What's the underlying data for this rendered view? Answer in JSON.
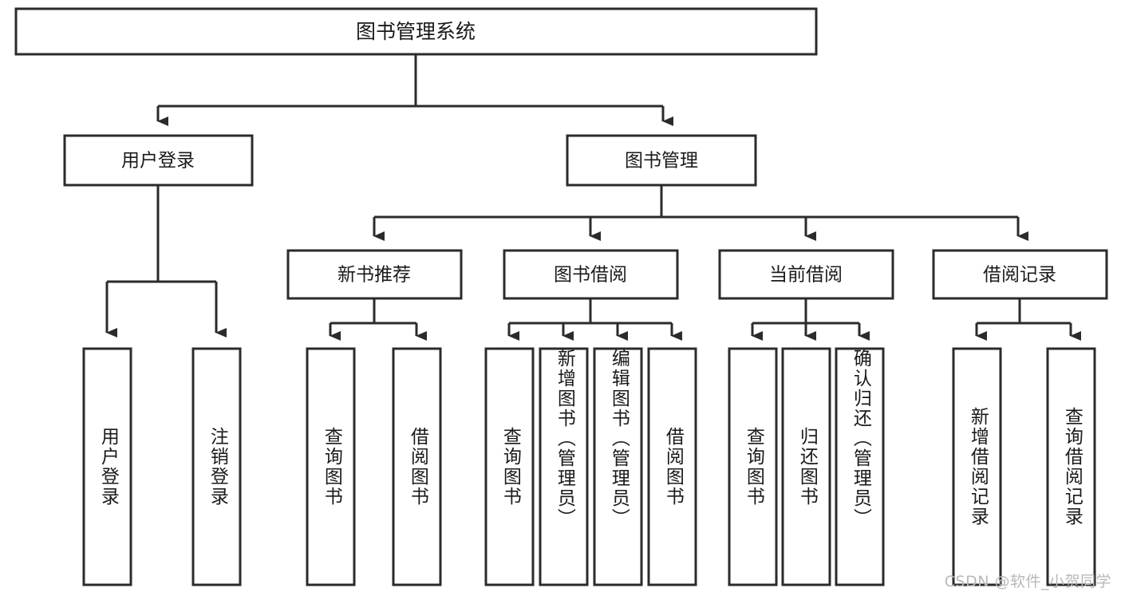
{
  "diagram": {
    "type": "tree-hierarchy-chart",
    "title_text": "图书管理系统",
    "colors": {
      "box_stroke": "#2b2b2b",
      "box_fill": "#ffffff",
      "text": "#1a1a1a",
      "background": "#ffffff",
      "watermark": "#b9b9b9"
    },
    "root": {
      "label": "图书管理系统"
    },
    "level2": [
      {
        "label": "用户登录"
      },
      {
        "label": "图书管理"
      }
    ],
    "level3": [
      {
        "label": "新书推荐"
      },
      {
        "label": "图书借阅"
      },
      {
        "label": "当前借阅"
      },
      {
        "label": "借阅记录"
      }
    ],
    "leaves": {
      "user_login": [
        {
          "label": "用户登录"
        },
        {
          "label": "注销登录"
        }
      ],
      "new_book_recommend": [
        {
          "label": "查询图书"
        },
        {
          "label": "借阅图书"
        }
      ],
      "book_borrow": [
        {
          "label": "查询图书"
        },
        {
          "label": "新增图书（管理员）"
        },
        {
          "label": "编辑图书（管理员）"
        },
        {
          "label": "借阅图书"
        }
      ],
      "current_borrow": [
        {
          "label": "查询图书"
        },
        {
          "label": "归还图书"
        },
        {
          "label": "确认归还（管理员）"
        }
      ],
      "borrow_record": [
        {
          "label": "新增借阅记录"
        },
        {
          "label": "查询借阅记录"
        }
      ]
    }
  },
  "watermark": {
    "text": "CSDN @软件_小贺同学"
  }
}
